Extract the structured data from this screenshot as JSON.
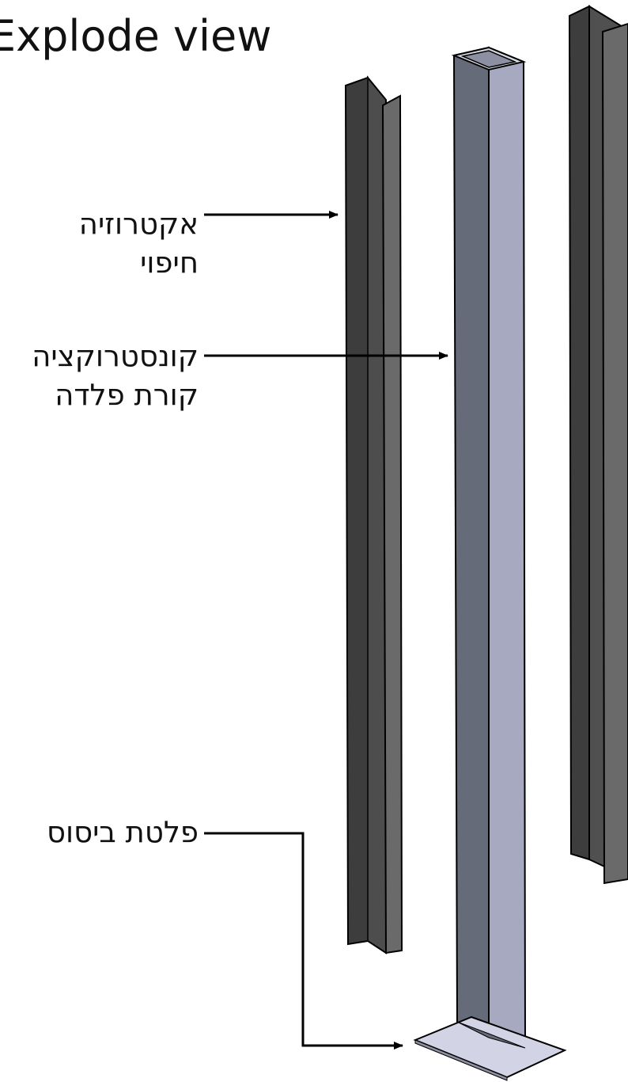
{
  "title": "Explode view",
  "labels": {
    "cladding_extrusion": [
      "אקטרוזיה",
      "חיפוי"
    ],
    "steel_beam_construction": [
      "קונסטרוקציה",
      "קורת פלדה"
    ],
    "base_plate": "פלטת ביסוס"
  },
  "colors": {
    "channel_dark": "#3d3d3d",
    "channel_light": "#6a6a6a",
    "tube_front": "#a6a9bf",
    "tube_side": "#666b7a",
    "plate": "#d2d4e6",
    "line": "#000000"
  }
}
